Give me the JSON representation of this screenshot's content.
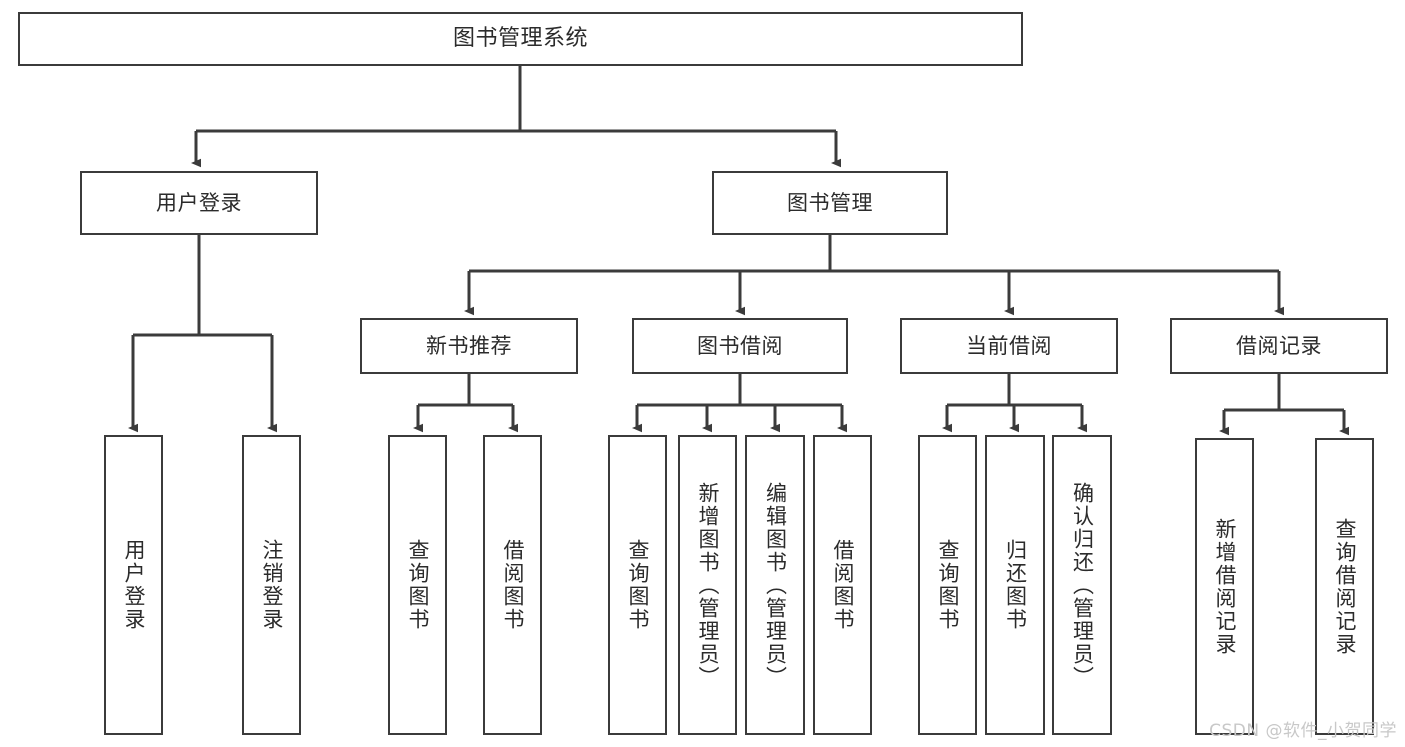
{
  "diagram": {
    "title": "图书管理系统",
    "stroke_color": "#3b3b3b",
    "text_color": "#2b2b2b",
    "background": "#ffffff",
    "root": {
      "label": "图书管理系统"
    },
    "level2": [
      {
        "label": "用户登录"
      },
      {
        "label": "图书管理"
      }
    ],
    "level3": [
      {
        "label": "新书推荐"
      },
      {
        "label": "图书借阅"
      },
      {
        "label": "当前借阅"
      },
      {
        "label": "借阅记录"
      }
    ],
    "leaves": {
      "user_login": [
        {
          "label": "用户登录"
        },
        {
          "label": "注销登录"
        }
      ],
      "new_book": [
        {
          "label": "查询图书"
        },
        {
          "label": "借阅图书"
        }
      ],
      "book_borrow": [
        {
          "label": "查询图书"
        },
        {
          "label": "新增图书（管理员）"
        },
        {
          "label": "编辑图书（管理员）"
        },
        {
          "label": "借阅图书"
        }
      ],
      "current_borrow": [
        {
          "label": "查询图书"
        },
        {
          "label": "归还图书"
        },
        {
          "label": "确认归还（管理员）"
        }
      ],
      "borrow_record": [
        {
          "label": "新增借阅记录"
        },
        {
          "label": "查询借阅记录"
        }
      ]
    }
  },
  "watermark": {
    "text": "CSDN @软件_小贺同学"
  }
}
